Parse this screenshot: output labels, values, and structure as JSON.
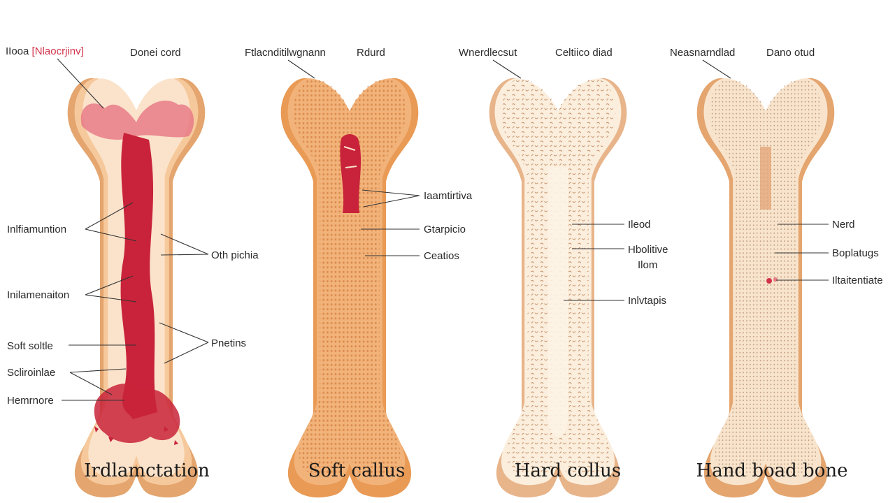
{
  "colors": {
    "bone_outline": "#e4a56f",
    "bone_fill": "#f6c99c",
    "bone_inner": "#fbe3cb",
    "blood": "#c8233a",
    "blood_light": "#e77b88",
    "callus_soft": "#e99a55",
    "callus_hard_fill": "#fbeedd",
    "remodel_fill": "#f8e4cc"
  },
  "panels": [
    {
      "caption": "Irdlamctation",
      "top_labels": {
        "left_prefix": "IIooa",
        "left_red": "[Nlaocrjinv]",
        "right": "Donei cord"
      },
      "labels": {
        "a": "Inlfiamuntion",
        "b": "Oth pichia",
        "c": "Inilamenaiton",
        "d": "Soft soltle",
        "e": "Pnetins",
        "f": "Scliroinlae",
        "g": "Hemrnore"
      }
    },
    {
      "caption": "Soft callus",
      "top_labels": {
        "left": "Ftlacnditilwgnann",
        "right": "Rdurd"
      },
      "labels": {
        "a": "Iaamtirtiva",
        "b": "Gtarpicio",
        "c": "Ceatios"
      }
    },
    {
      "caption": "Hard collus",
      "top_labels": {
        "left": "Wnerdlecsut",
        "right": "Celtiico diad"
      },
      "labels": {
        "a": "Ileod",
        "b1": "Hbolitive",
        "b2": "Ilom",
        "c": "Inlvtapis"
      }
    },
    {
      "caption": "Hand boad bone",
      "top_labels": {
        "left": "Neasnarndlad",
        "right": "Dano otud"
      },
      "labels": {
        "a": "Nerd",
        "b": "Boplatugs",
        "c": "Iltaitentiate"
      }
    }
  ]
}
